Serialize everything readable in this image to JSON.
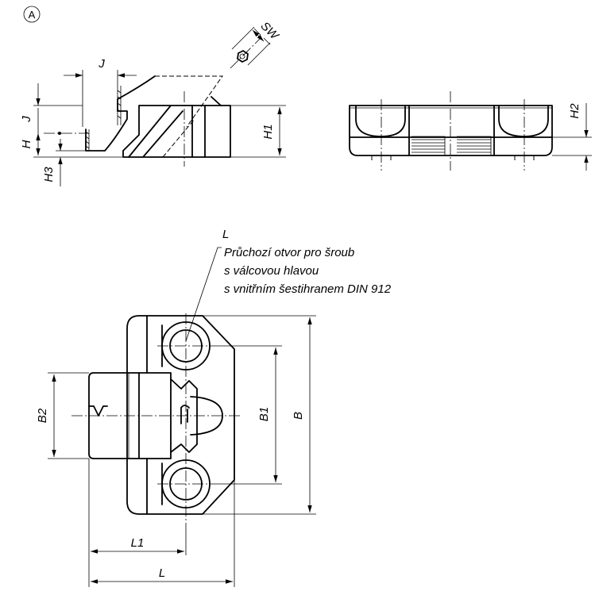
{
  "view_marker": "A",
  "dimensions": {
    "J": "J",
    "SW": "SW",
    "H": "H",
    "H1": "H1",
    "H2": "H2",
    "H3": "H3",
    "B": "B",
    "B1": "B1",
    "B2": "B2",
    "L": "L",
    "L1": "L1"
  },
  "callout": {
    "symbol": "L",
    "lines": [
      "Průchozí otvor pro šroub",
      "s válcovou hlavou",
      "s vnitřním šestihranem DIN 912"
    ]
  }
}
